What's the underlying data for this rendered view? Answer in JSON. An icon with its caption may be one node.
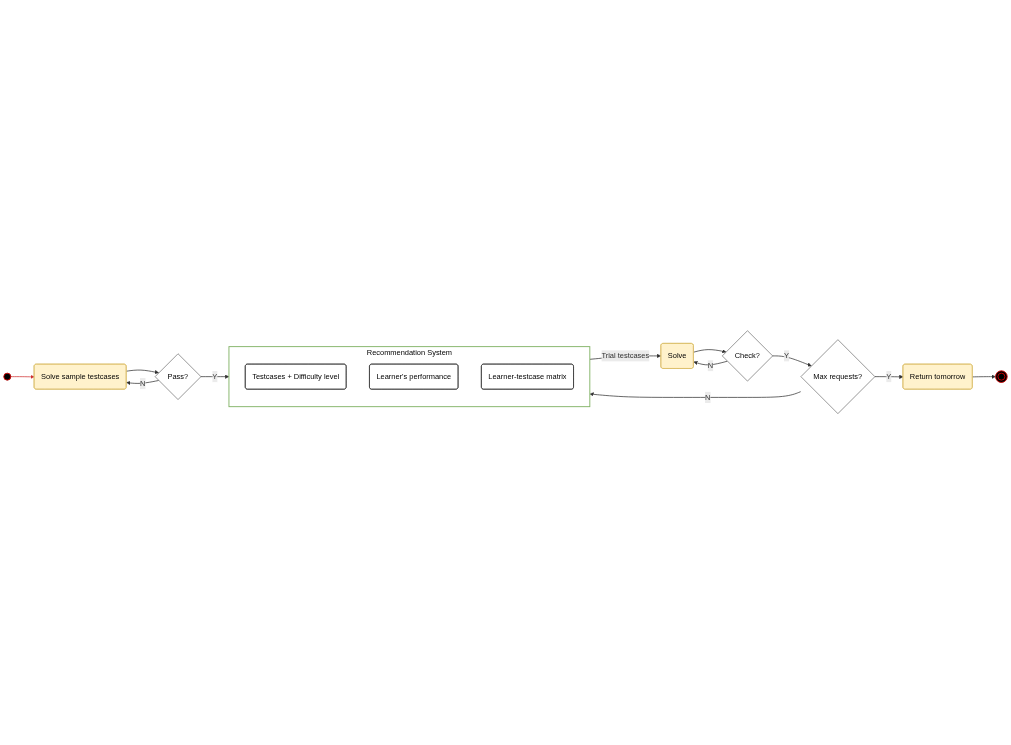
{
  "diagram": {
    "nodes": [
      {
        "text": [],
        "shape": "circle"
      },
      {
        "text": [
          "Solve sample testcases"
        ]
      },
      {
        "text": [
          "Pass?"
        ]
      },
      {
        "text": [
          "Recommendation System"
        ]
      },
      {
        "text": [
          "Testcases + Difficulty level"
        ],
        "in": 3
      },
      {
        "text": [
          "Learner's performance"
        ],
        "in": 3
      },
      {
        "text": [
          "Learner-testcase matrix"
        ],
        "in": 3
      },
      {
        "text": [
          "Solve"
        ]
      },
      {
        "text": [
          "Check?"
        ]
      },
      {
        "text": [
          "Max requests?"
        ]
      },
      {
        "text": [
          "Return tomorrow"
        ]
      },
      {
        "text": [],
        "shape": "circle"
      }
    ],
    "edges": [
      {
        "from": 0,
        "to": 1,
        "arrow": "to",
        "color": "#d03030"
      },
      {
        "from": 1,
        "to": 2,
        "arrow": "to"
      },
      {
        "from": 2,
        "to": 3,
        "arrow": "to",
        "label": "Y"
      },
      {
        "from": 2,
        "to": 1,
        "arrow": "to",
        "label": "N"
      },
      {
        "from": 3,
        "to": 7,
        "arrow": "to",
        "label": "Trial testcases"
      },
      {
        "from": 7,
        "to": 8,
        "arrow": "to"
      },
      {
        "from": 8,
        "to": 9,
        "arrow": "to",
        "label": "Y"
      },
      {
        "from": 8,
        "to": 7,
        "arrow": "to",
        "label": "N"
      },
      {
        "from": 9,
        "to": 3,
        "arrow": "to",
        "label": "N"
      },
      {
        "from": 9,
        "to": 10,
        "arrow": "to",
        "label": "Y"
      },
      {
        "from": 10,
        "to": 11,
        "arrow": "to"
      }
    ]
  }
}
